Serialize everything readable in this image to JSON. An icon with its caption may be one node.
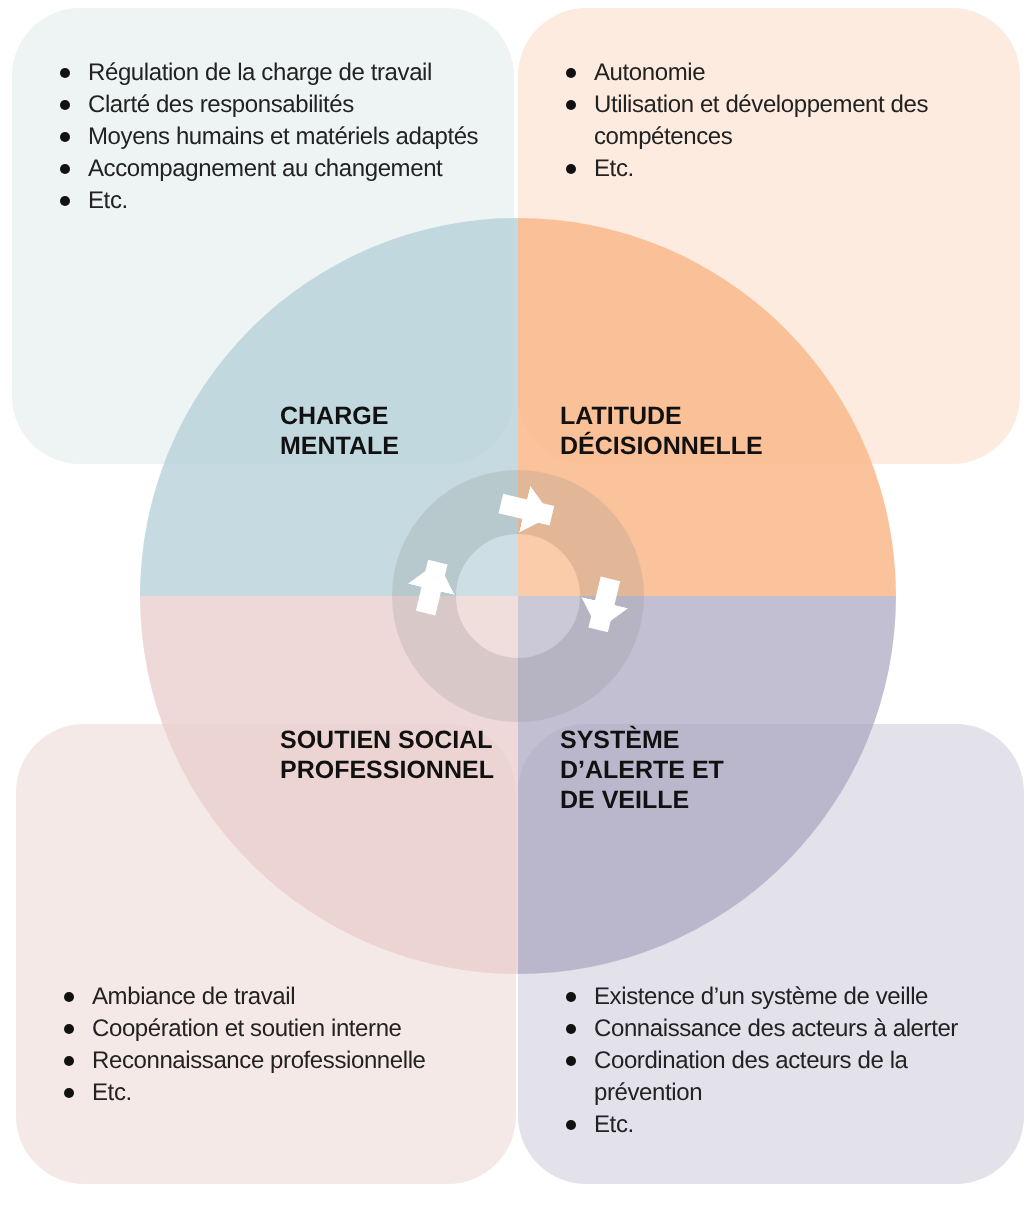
{
  "diagram": {
    "nodes": [
      {
        "text": [
          "Régulation de la charge de travail",
          "Clarté des responsabilités",
          "Moyens humains et matériels adaptés",
          "Accompagnement au changement",
          "Etc."
        ]
      },
      {
        "text": [
          "Autonomie",
          "Utilisation et développement des compétences",
          "Etc."
        ]
      },
      {
        "text": [
          "CHARGE MENTALE"
        ]
      },
      {
        "text": [
          "LATITUDE DÉCISIONNELLE"
        ]
      },
      {
        "text": [
          "SOUTIEN SOCIAL PROFESSIONNEL"
        ]
      },
      {
        "text": [
          "SYSTÈME D’ALERTE ET DE VEILLE"
        ]
      },
      {
        "text": [
          "Ambiance de travail",
          "Coopération et soutien interne",
          "Reconnaissance professionnelle",
          "Etc."
        ]
      },
      {
        "text": [
          "Existence d’un système de veille",
          "Connaissance des acteurs à alerter",
          "Coordination des acteurs de la prévention",
          "Etc."
        ]
      }
    ],
    "edges": [
      {
        "from": 2,
        "to": 3,
        "arrow": "to"
      },
      {
        "from": 3,
        "to": 5,
        "arrow": "to"
      },
      {
        "from": 4,
        "to": 2,
        "arrow": "to"
      }
    ]
  }
}
